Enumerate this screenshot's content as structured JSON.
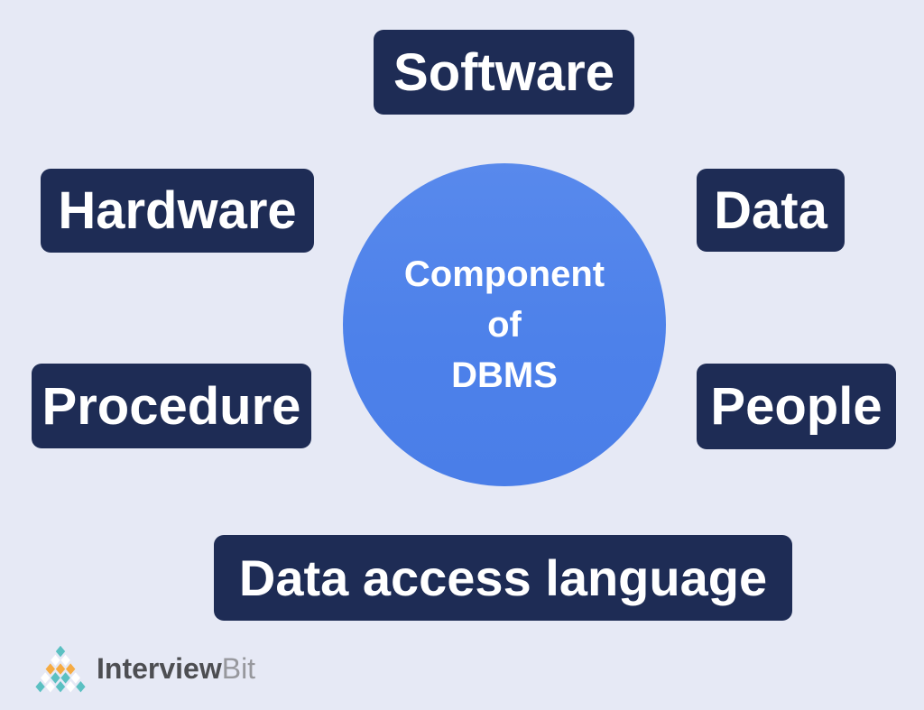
{
  "diagram": {
    "center": {
      "line1": "Component",
      "line2": "of",
      "line3": "DBMS"
    },
    "nodes": [
      {
        "label": "Software"
      },
      {
        "label": "Hardware"
      },
      {
        "label": "Data"
      },
      {
        "label": "Procedure"
      },
      {
        "label": "People"
      },
      {
        "label": "Data access language"
      }
    ]
  },
  "logo": {
    "icon": "diamond-pyramid-icon",
    "brand_bold": "Interview",
    "brand_light": "Bit"
  },
  "colors": {
    "background": "#e6e9f5",
    "node_background": "#1e2c55",
    "node_text": "#ffffff",
    "circle_background": "#4f82ea",
    "circle_text": "#ffffff",
    "logo_teal": "#5bc0c2",
    "logo_orange": "#f5ab43",
    "logo_white": "#ffffff",
    "brand_bold_text": "#4d4e52",
    "brand_light_text": "#97989d"
  }
}
